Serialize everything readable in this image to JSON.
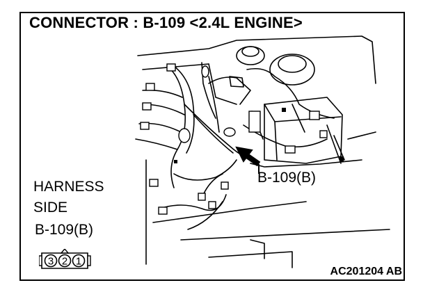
{
  "title": "CONNECTOR : B-109 <2.4L ENGINE>",
  "harness_label_line1": "HARNESS",
  "harness_label_line2": "SIDE",
  "harness_connector_label": "B-109(B)",
  "pointer_label": "B-109(B)",
  "figure_code": "AC201204 AB",
  "connector_pins": [
    "3",
    "2",
    "1"
  ],
  "colors": {
    "line": "#000000",
    "background": "#ffffff"
  }
}
